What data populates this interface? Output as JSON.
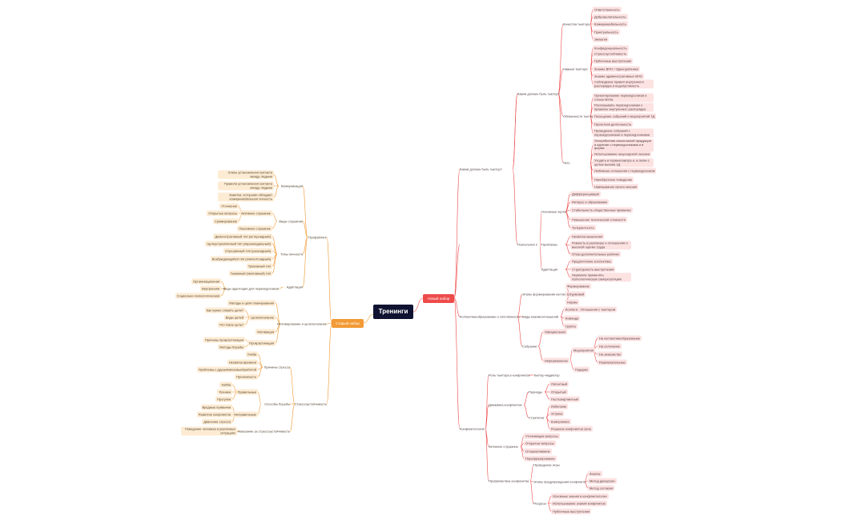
{
  "root": "Тренинги",
  "right_branch": {
    "label": "Новый набор",
    "color": "#ee4b4b",
    "children": [
      {
        "label": "Каким должен быть тьютор?",
        "children": [
          {
            "label": "Качества тьютора",
            "children": [
              "Ответственность",
              "Доброжелательность",
              "Коммуникабельность",
              "Пунктуальность",
              "Эмпатия"
            ]
          },
          {
            "label": "Навыки тьютора",
            "children": [
              "Конфиденциальность",
              "Стрессоустойчивость",
              "Публичные выступления",
              "Знание ВПО / Одногруппники",
              "Знание административных ВПО",
              "Соблюдение правил внутреннего распорядка и недопустимость"
            ]
          },
          {
            "label": "Обязанности тьютора",
            "children": [
              "Ориентирование первокурсников в стенах ВУЗа",
              "Рассказывать первокурсникам о правилах внутреннего распорядка",
              "Посещение собраний и мероприятий ТД",
              "Проектная деятельность",
              "Проведение собраний с первокурсниками в первокурсниками"
            ]
          },
          {
            "label": "Чего",
            "children": [
              "Употреблении алкогольной продукции и курение с первокурсниками и в форме",
              "Использование нецензурной лексики",
              "Уходить в первые/завтра и, в связи с целью вызова 1Д",
              "Любовные отношения с первокурсником",
              "Панибратское поведение",
              "Навязывание своего мнения"
            ]
          }
        ]
      },
      {
        "label": "Психология 2",
        "children": [
          {
            "label": "Основные черты",
            "children": [
              "Дифференциация",
              "Интерес к образованию",
              "Стабильность общественных привычек",
              "Повышение технической сложности",
              "Толерантность"
            ]
          },
          {
            "label": "Проблемы",
            "children": [
              "Нехватка мышления",
              "Ровность в разговоре и отношениях к высокой оценке труда",
              "Отказ дополнительных рабочих"
            ]
          },
          {
            "label": "Адаптация",
            "children": [
              "Предпочтение коллектива",
              "Структурность выступления",
              "Неумение применять психологическую саморегуляцию"
            ]
          }
        ]
      },
      {
        "label": "Коллективообразование и сплочённость",
        "children": [
          {
            "label": "Этапы формирования коллектива",
            "children": [
              "Формирование",
              "Штурмовой",
              "Нормы"
            ]
          },
          {
            "label": "Виды взаимоотношений",
            "children": [
              "Коллеги · Отношения с тьютором",
              "Команда",
              "Группа"
            ]
          },
          {
            "label": "Собрание",
            "children": [
              "Официальное",
              {
                "label": "Неформальное",
                "children": [
                  {
                    "label": "Мероприятия",
                    "children": [
                      "На коллективообразование",
                      "На сплочение",
                      "На знакомство",
                      "Развлекательные"
                    ]
                  },
                  "Подарки"
                ]
              }
            ]
          }
        ]
      },
      {
        "label": "Конфликтология",
        "children": [
          {
            "label": "Роль тьютора в конфликтах",
            "children": [
              "Тьютор-медиатор"
            ]
          },
          {
            "label": "Динамика конфликтов",
            "children": [
              {
                "label": "Периоды",
                "children": [
                  "Латентный",
                  "Открытый",
                  "Постконфликтный"
                ]
              },
              {
                "label": "Стратегии",
                "children": [
                  "Избегание",
                  "Уступка",
                  "Компромисс",
                  "Решение конфликтов сила"
                ]
              }
            ]
          },
          {
            "label": "Активное слушание",
            "children": [
              "Уточняющие вопросы",
              "Открытые вопросы",
              "Отзеркаливание",
              "Перефразирование"
            ]
          },
          {
            "label": "Профилактика конфликтов",
            "children": [
              "Проведение игры",
              {
                "label": "Этапы предупреждения конфликта",
                "children": [
                  "Анализ",
                  "Метод дискуссии",
                  "Метод согласия"
                ]
              },
              {
                "label": "Ресурсы",
                "children": [
                  "Основные знания в конфликтологии",
                  "Использование знаний конфликтов",
                  "Публичные выступления"
                ]
              }
            ]
          }
        ]
      }
    ]
  },
  "left_branch": {
    "label": "Старый набор",
    "color": "#f29a35",
    "children": [
      {
        "label": "Профайлинг",
        "children": [
          {
            "label": "Коммуникация",
            "children": [
              "Этапы установления контакта между людьми",
              "Правила установления контакта между людьми",
              "Заметки, которыми обладает коммуникабельная личность"
            ]
          },
          {
            "label": "Виды слушания",
            "children": [
              {
                "label": "Активное слушание",
                "children": [
                  "Уточнение",
                  "Открытые вопросы",
                  "Суммирование"
                ]
              },
              "Пассивное слушание"
            ]
          },
          {
            "label": "Типы личности",
            "children": [
              "Демонстративный тип (истероидный)",
              "Целеустремлённый тип (параноидальный)",
              "Отрешённый тип (шизоидный)",
              "Возбуждающийся тип (эпилептоидный)",
              "Тревожный тип",
              "Тьманный (эмотивный) тип"
            ]
          },
          {
            "label": "Адаптация",
            "children": [
              {
                "label": "Виды адаптации для первокурсников",
                "children": [
                  "Организационная",
                  "Внутренняя",
                  "Социально-психологическая"
                ]
              }
            ]
          }
        ]
      },
      {
        "label": "Мотивирование и целеполагание",
        "children": [
          "Методы и цели планирования",
          {
            "label": "Целеполагание",
            "children": [
              "Как нужно ставить цели?",
              "Виды целей",
              "Что такое цель?"
            ]
          },
          "Мотивация",
          {
            "label": "Прокрастинация",
            "children": [
              "Причины прокрастинации",
              "Методы борьбы"
            ]
          }
        ]
      },
      {
        "label": "Стрессоустойчивость",
        "children": [
          {
            "label": "Причины стресса",
            "children": [
              "Учёба",
              "Нехватка времени",
              "Проблемы с друзьями/семьей/работой",
              "Прилежность"
            ]
          },
          {
            "label": "Способы борьбы",
            "children": [
              {
                "label": "Правильные",
                "children": [
                  "Хобби",
                  "Техники",
                  "Прогулки"
                ]
              },
              {
                "label": "Неправильные",
                "children": [
                  "Вредные привычки",
                  "Развитие конфликтов",
                  "Давление стресса"
                ]
              }
            ]
          },
          {
            "label": "Наказание за стрессоустойчивость",
            "children": [
              "Поведение человека в различных ситуациях"
            ]
          }
        ]
      }
    ]
  }
}
